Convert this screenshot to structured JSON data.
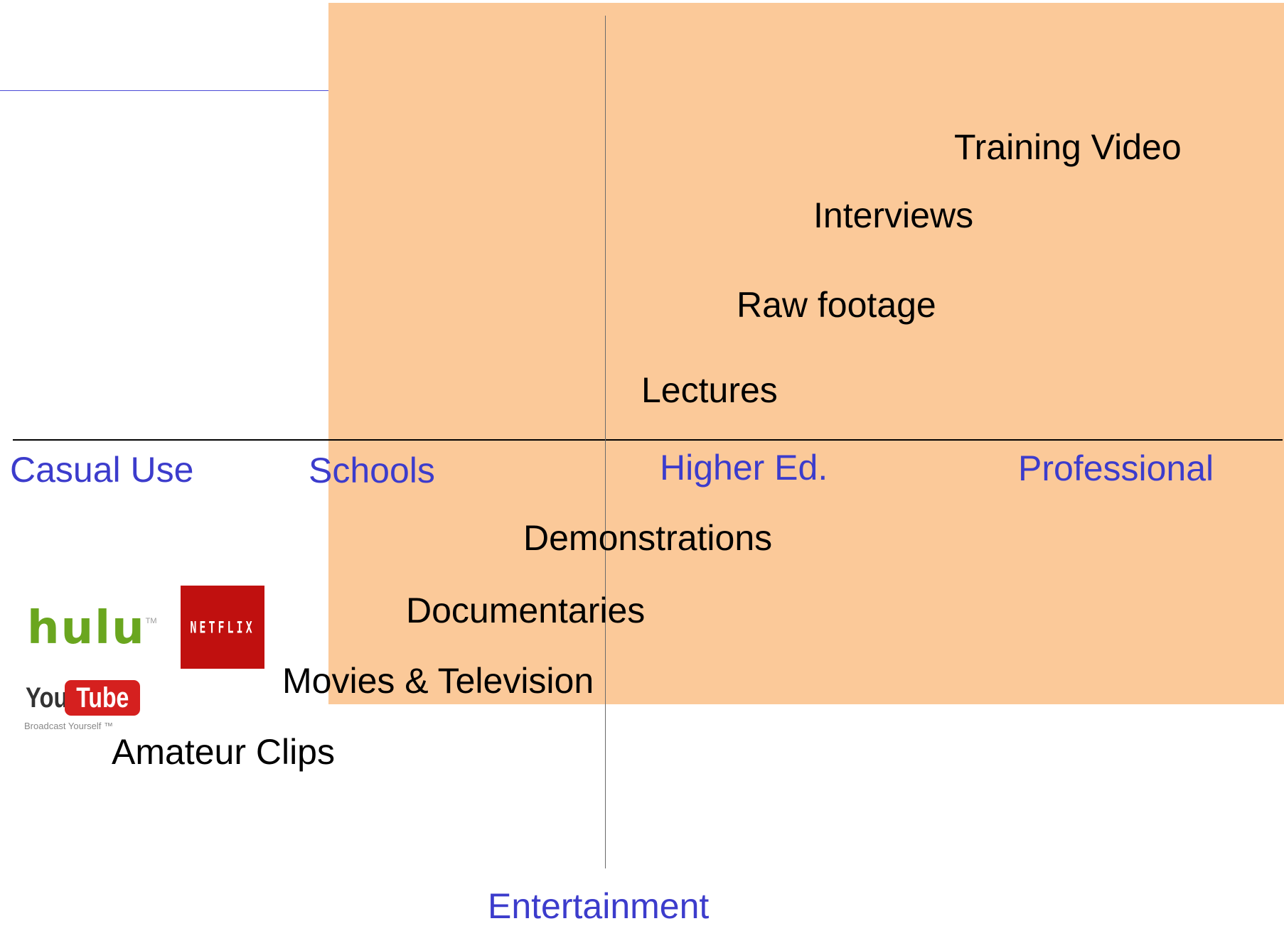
{
  "axes": {
    "horizontal": [
      "Casual Use",
      "Schools",
      "Higher Ed.",
      "Professional"
    ],
    "vertical_bottom": "Entertainment"
  },
  "items": {
    "training_video": "Training Video",
    "interviews": "Interviews",
    "raw_footage": "Raw footage",
    "lectures": "Lectures",
    "demonstrations": "Demonstrations",
    "documentaries": "Documentaries",
    "movies_tv": "Movies & Television",
    "amateur_clips": "Amateur Clips"
  },
  "logos": {
    "hulu": {
      "text": "hulu",
      "tm": "TM"
    },
    "netflix": {
      "text": "NETFLIX"
    },
    "youtube": {
      "you": "You",
      "tube": "Tube",
      "tagline": "Broadcast Yourself ™"
    }
  },
  "colors": {
    "shaded_region": "#fbc999",
    "axis_label": "#3c3ccc",
    "hulu_green": "#6aa61f",
    "netflix_red": "#c0100f",
    "youtube_red": "#d5201f"
  }
}
